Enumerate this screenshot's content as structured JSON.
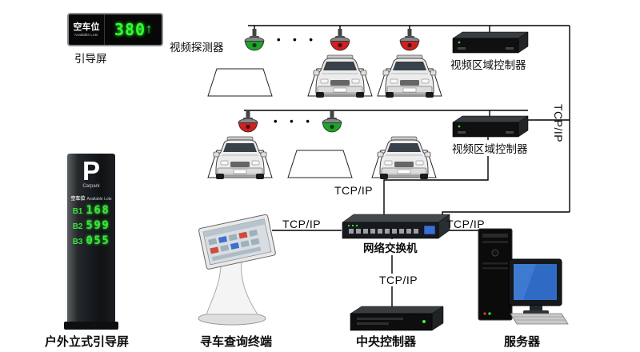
{
  "labels": {
    "tcpip": "TCP/IP",
    "dots": "•  •  •",
    "detector": "视频探测器",
    "controller1": "视频区域控制器",
    "controller2": "视频区域控制器",
    "switch": "网络交换机",
    "central": "中央控制器",
    "server": "服务器",
    "kiosk": "寻车查询终端",
    "pillar": "户外立式引导屏",
    "sign": "引导屏"
  },
  "sign": {
    "zh": "空车位",
    "en": "Available Lots",
    "value": "380",
    "arrow": "↑"
  },
  "pillar": {
    "letter": "P",
    "sub": "Carpark",
    "zh": "空车位",
    "en": "Available Lots",
    "rows": [
      {
        "name": "B1",
        "value": "168"
      },
      {
        "name": "B2",
        "value": "599"
      },
      {
        "name": "B3",
        "value": "055"
      }
    ]
  }
}
